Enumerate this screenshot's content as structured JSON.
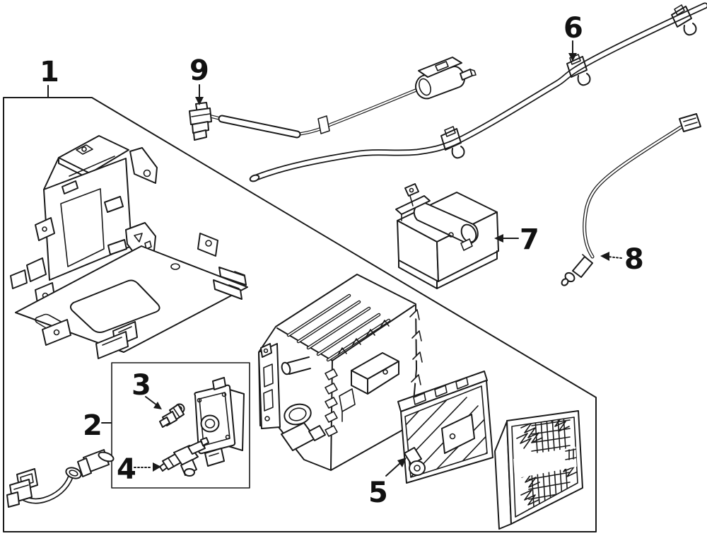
{
  "diagram": {
    "type": "exploded-parts-diagram",
    "background_color": "#ffffff",
    "line_color": "#1a1a1a",
    "callouts": [
      {
        "label": "1",
        "part": "mounting-bracket-assembly"
      },
      {
        "label": "2",
        "part": "sensor-kit-group-box"
      },
      {
        "label": "3",
        "part": "small-sensor"
      },
      {
        "label": "4",
        "part": "valve-sensor"
      },
      {
        "label": "5",
        "part": "control-module"
      },
      {
        "label": "6",
        "part": "harness-clamp"
      },
      {
        "label": "7",
        "part": "relay-module"
      },
      {
        "label": "8",
        "part": "sensor-cable"
      },
      {
        "label": "9",
        "part": "harness-connector"
      }
    ]
  }
}
